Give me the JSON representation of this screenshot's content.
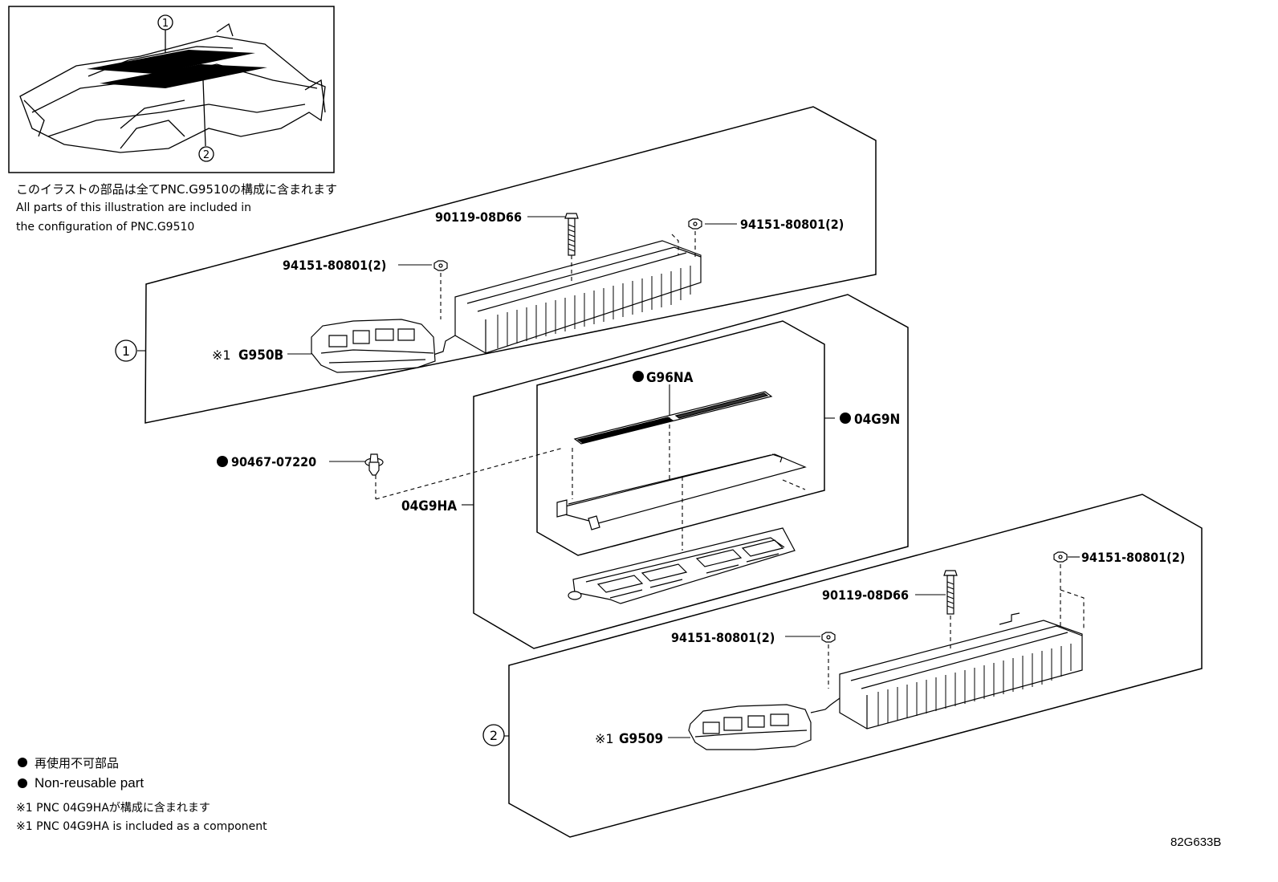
{
  "inset": {
    "callout_1": "1",
    "callout_2": "2"
  },
  "notes": {
    "jp": "このイラストの部品は全てPNC.G9510の構成に含まれます",
    "en_line1": "All parts of this illustration are included in",
    "en_line2": "the configuration of PNC.G9510"
  },
  "legend": {
    "jp_nonreusable": "再使用不可部品",
    "en_nonreusable": "Non-reusable part",
    "jp_note1": "※1 PNC 04G9HAが構成に含まれます",
    "en_note1": "※1 PNC 04G9HA is included as a component"
  },
  "figure_code": "82G633B",
  "group_1": {
    "callout": "1",
    "bolt_top": "90119-08D66",
    "nut_right": "94151-80801(2)",
    "nut_left": "94151-80801(2)",
    "module_prefix": "※1",
    "module": "G950B"
  },
  "group_2": {
    "callout": "2",
    "bolt_top": "90119-08D66",
    "nut_right": "94151-80801(2)",
    "nut_left": "94151-80801(2)",
    "module_prefix": "※1",
    "module": "G9509"
  },
  "center": {
    "seal": "G96NA",
    "kit": "04G9N",
    "tray": "04G9HA",
    "clip": "90467-07220"
  },
  "colors": {
    "line": "#000000",
    "background": "#ffffff"
  }
}
